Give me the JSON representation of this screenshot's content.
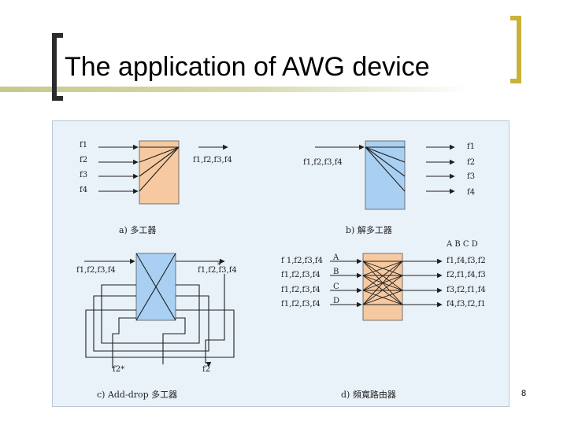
{
  "slide": {
    "title": "The application of AWG device",
    "page_number": "8"
  },
  "figure": {
    "mux": {
      "inputs": [
        "f1",
        "f2",
        "f3",
        "f4"
      ],
      "output": "f1,f2,f3,f4",
      "caption": "a) 多工器"
    },
    "demux": {
      "input": "f1,f2,f3,f4",
      "outputs": [
        "f1",
        "f2",
        "f3",
        "f4"
      ],
      "caption": "b) 解多工器"
    },
    "add_drop": {
      "input": "f1,f2,f3,f4",
      "output": "f1,f2,f3,f4",
      "output_mark": "*",
      "add_label": "f2*",
      "drop_label": "f2",
      "caption": "c) Add-drop 多工器"
    },
    "router": {
      "port_header": "A B C D",
      "inputs": [
        "f 1,f2,f3,f4",
        "f1,f2,f3,f4",
        "f1,f2,f3,f4",
        "f1,f2,f3,f4"
      ],
      "input_ports": [
        "A",
        "B",
        "C",
        "D"
      ],
      "outputs": [
        "f1,f4,f3,f2",
        "f2,f1,f4,f3",
        "f3,f2,f1,f4",
        "f4,f3,f2,f1"
      ],
      "caption": "d) 頻寬路由器"
    },
    "colors": {
      "orange_box": "#f6c9a0",
      "blue_box": "#a9d0f2",
      "line": "#1e1e1e",
      "background": "#eaf2f9"
    }
  }
}
